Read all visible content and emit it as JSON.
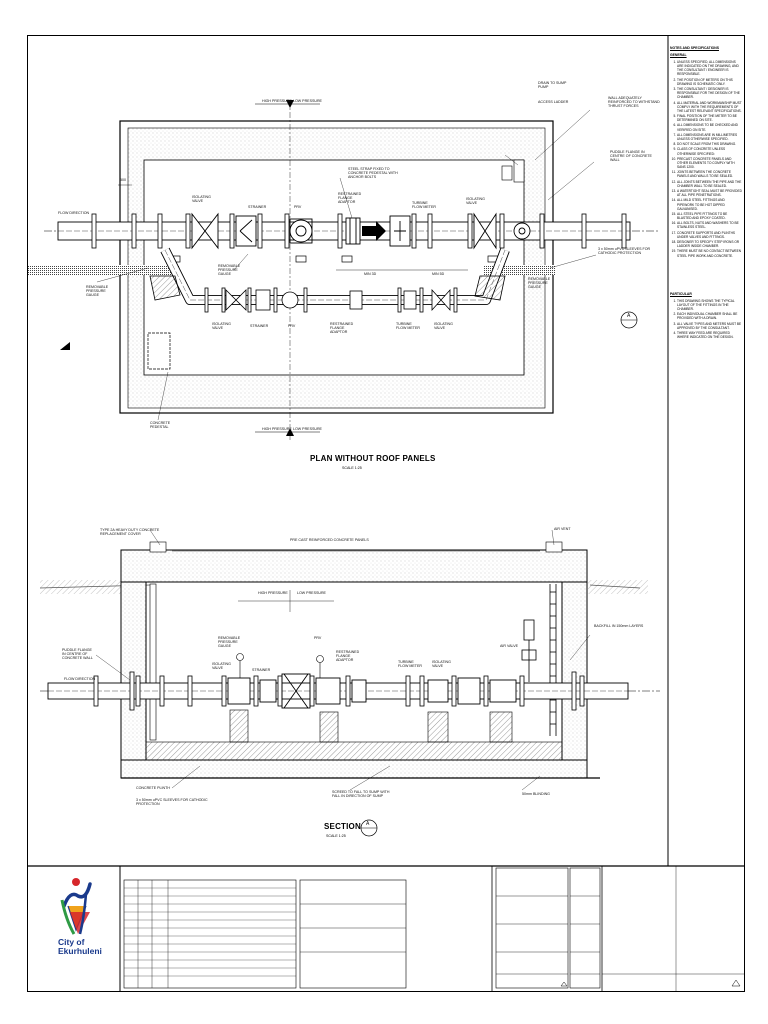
{
  "notes": {
    "heading": "NOTES AND SPECIFICATIONS",
    "general_heading": "GENERAL",
    "general_items": [
      "UNLESS SPECIFIED, ALL DIMENSIONS ARE INDICATED ON THE DRAWING, AND THE CONSULTANT / ENGINEER IS RESPONSIBLE.",
      "THE POSITION OF METERS ON THIS DRAWING IS SCHEMATIC ONLY.",
      "THE CONSULTANT / DESIGNER IS RESPONSIBLE FOR THE DESIGN OF THE CHAMBER.",
      "ALL MATERIAL AND WORKMANSHIP MUST COMPLY WITH THE REQUIREMENTS OF THE LATEST RELEVANT SPECIFICATIONS.",
      "FINAL POSITION OF THE METER TO BE DETERMINED ON SITE.",
      "ALL DIMENSIONS TO BE CHECKED AND VERIFIED ON SITE.",
      "ALL DIMENSIONS ARE IN MILLIMETRES UNLESS OTHERWISE SPECIFIED.",
      "DO NOT SCALE FROM THIS DRAWING.",
      "CLASS OF CONCRETE UNLESS OTHERWISE SPECIFIED:",
      "PRECAST CONCRETE PANELS AND OTHER ELEMENTS TO COMPLY WITH SANS 1200.",
      "JOINTS BETWEEN THE CONCRETE PANELS AND WALLS TO BE SEALED.",
      "ALL JOINTS BETWEEN THE PIPE AND THE CHAMBER WALL TO BE SEALED.",
      "A WATERTIGHT SEAL MUST BE PROVIDED AT ALL PIPE PENETRATIONS.",
      "ALL MILD STEEL FITTINGS AND PIPEWORK TO BE HOT DIPPED GALVANISED.",
      "ALL STEEL PIPE FITTINGS TO BE BLASTED AND EPOXY COATED.",
      "ALL BOLTS, NUTS AND WASHERS TO BE STAINLESS STEEL.",
      "CONCRETE SUPPORTS AND PLINTHS UNDER VALVES AND FITTINGS.",
      "DESIGNER TO SPECIFY STEP IRONS OR LADDER INSIDE CHAMBER.",
      "THERE MUST BE NO CONTACT BETWEEN STEEL PIPE WORK AND CONCRETE."
    ],
    "particular_heading": "PARTICULAR",
    "particular_items": [
      "THIS DRAWING SHOWS THE TYPICAL LAYOUT OF THE FITTINGS IN THE CHAMBER.",
      "EACH INDIVIDUAL CHAMBER SHALL BE PROVIDED WITH A DRAIN.",
      "ALL VALVE TYPES AND METERS MUST BE APPROVED BY THE CONSULTANT.",
      "THREE WAY FEED ARE REQUIRED WHERE INDICATED ON THE DESIGN."
    ]
  },
  "plan": {
    "title": "PLAN WITHOUT ROOF PANELS",
    "scale": "SCALE 1:25",
    "labels": {
      "high_pressure": "HIGH PRESSURE",
      "low_pressure": "LOW PRESSURE",
      "flow_direction": "FLOW DIRECTION",
      "isolating_valve": "ISOLATING VALVE",
      "strainer": "STRAINER",
      "prv": "PRV",
      "restrained_flange_adaptor": "RESTRAINED FLANGE ADAPTOR",
      "turbine_flow_meter": "TURBINE FLOW METER",
      "removable_pressure_gauge": "REMOVABLE PRESSURE GAUGE",
      "removable_pressure_gauge_2": "REMOVABLE PRESSURE GAUGE",
      "concrete_pedestal": "CONCRETE PEDESTAL",
      "removable_pressure_gauge_left": "REMOVABLE PRESSURE GAUGE",
      "puddle_flange": "PUDDLE FLANGE IN CENTRE OF CONCRETE WALL",
      "drain": "DRAIN TO SUMP PUMP",
      "access_ladder": "ACCESS LADDER",
      "wall": "WALL ADEQUATELY REINFORCED TO WITHSTAND THRUST FORCES",
      "sleeve": "3 x 50mm uPVC SLEEVES FOR CATHODIC PROTECTION",
      "steel_strap": "STEEL STRAP FIXED TO CONCRETE PEDESTAL WITH ANCHOR BOLTS",
      "min_a": "MIN 3D",
      "min_b": "MIN 5D",
      "dim": "500",
      "section_ref": "A"
    }
  },
  "section": {
    "title": "SECTION",
    "scale": "SCALE 1:25",
    "ref": "A",
    "labels": {
      "high_pressure": "HIGH PRESSURE",
      "low_pressure": "LOW PRESSURE",
      "flow_direction": "FLOW DIRECTION",
      "isolating_valve": "ISOLATING VALVE",
      "strainer": "STRAINER",
      "prv": "PRV",
      "restrained_flange_adaptor": "RESTRAINED FLANGE ADAPTOR",
      "turbine_flow_meter": "TURBINE FLOW METER",
      "isolating_valve_2": "ISOLATING VALVE",
      "removable_pressure_gauge": "REMOVABLE PRESSURE GAUGE",
      "air_valve": "AIR VALVE",
      "air_vent": "AIR VENT",
      "manhole_cover": "TYPE 2A HEAVY DUTY CONCRETE REPLACEMENT COVER",
      "roof_panels": "PRE CAST REINFORCED CONCRETE PANELS",
      "puddle_flange": "PUDDLE FLANGE IN CENTRE OF CONCRETE WALL",
      "concrete_plinth": "CONCRETE PLINTH",
      "sleeve": "3 x 50mm uPVC SLEEVES FOR CATHODIC PROTECTION",
      "fall": "SCREED TO FALL TO SUMP WITH FALL IN DIRECTION OF SUMP",
      "blinding": "50mm BLINDING",
      "backfill": "BACKFILL IN 150mm LAYERS"
    }
  },
  "title_block": {
    "org_line1": "City of",
    "org_line2": "Ekurhuleni"
  },
  "colors": {
    "logo_blue": "#1a3a8c",
    "logo_red": "#d6262b",
    "logo_green": "#2e9a44",
    "logo_orange": "#f0a31c"
  }
}
